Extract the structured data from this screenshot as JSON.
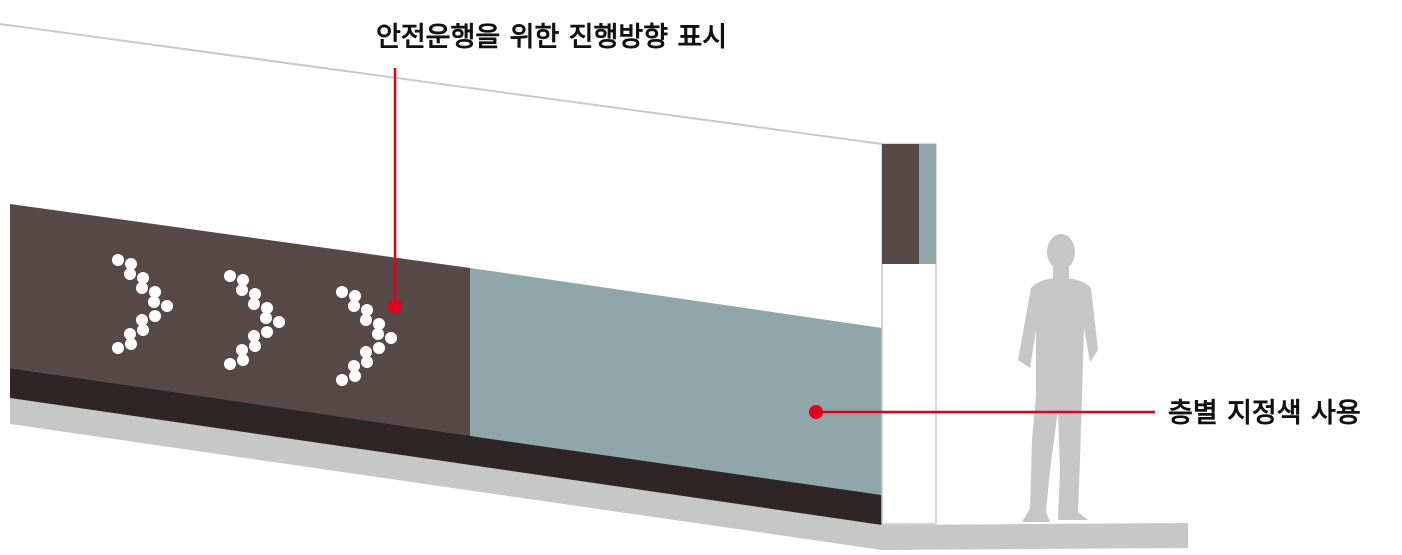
{
  "callouts": {
    "direction_label": "안전운행을 위한 진행방향 표시",
    "floor_color_label": "층별 지정색 사용"
  },
  "colors": {
    "wall_dark_band": "#584949",
    "wall_shadow_band": "#2e2626",
    "wall_accent_band": "#8fa6ab",
    "floor": "#c7c7c7",
    "pillar_dark": "#584949",
    "pillar_accent": "#8fa6ab",
    "wall_outline": "#c9c9c9",
    "callout_line": "#e3001b",
    "person_silhouette": "#c6c6c6",
    "arrow_dots": "#ffffff"
  },
  "elements": {
    "arrow_count": 3,
    "person_icon": "person-silhouette-icon",
    "arrow_icon": "chevron-right-dots-icon"
  }
}
